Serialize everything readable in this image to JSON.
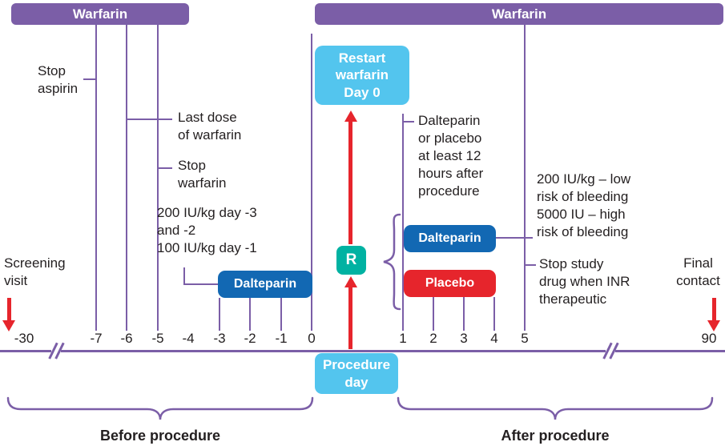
{
  "colors": {
    "purple": "#7b5ea7",
    "light_blue": "#53c5ee",
    "dark_blue": "#1268b3",
    "red": "#e6252c",
    "teal": "#00b2a2",
    "text": "#231f20"
  },
  "top_bars": {
    "warfarin_left": "Warfarin",
    "warfarin_right": "Warfarin"
  },
  "boxes": {
    "restart_warfarin": "Restart\nwarfarin\nDay 0",
    "procedure_day": "Procedure\nday",
    "randomization": "R",
    "dalteparin_pre": "Dalteparin",
    "dalteparin_post": "Dalteparin",
    "placebo": "Placebo"
  },
  "annotations": {
    "stop_aspirin": "Stop\naspirin",
    "last_dose_warfarin": "Last dose\nof warfarin",
    "stop_warfarin": "Stop\nwarfarin",
    "pre_dosing": "200 IU/kg day -3\nand -2\n100 IU/kg day -1",
    "dalteparin_or_placebo": "Dalteparin\nor placebo\nat least 12\nhours after\nprocedure",
    "post_dosing": "200 IU/kg – low\nrisk of bleeding\n5000 IU – high\nrisk of bleeding",
    "stop_study_drug": "Stop study\ndrug when INR\ntherapeutic",
    "screening_visit": "Screening\nvisit",
    "final_contact": "Final\ncontact"
  },
  "timeline": {
    "ticks": [
      "-30",
      "-7",
      "-6",
      "-5",
      "-4",
      "-3",
      "-2",
      "-1",
      "0",
      "1",
      "2",
      "3",
      "4",
      "5",
      "90"
    ]
  },
  "phases": {
    "before": "Before procedure",
    "after": "After procedure"
  }
}
